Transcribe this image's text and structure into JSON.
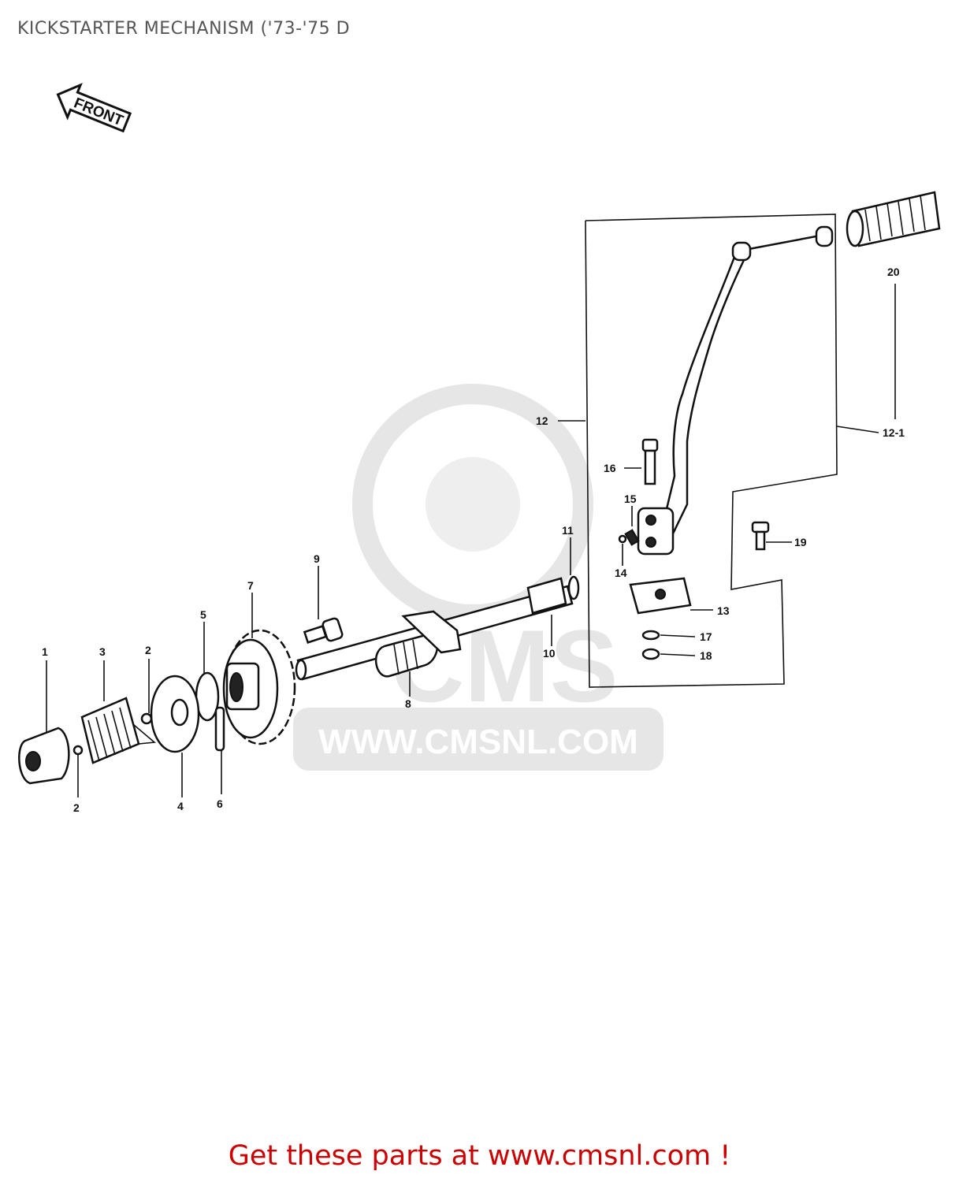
{
  "title": "KICKSTARTER MECHANISM ('73-'75 D",
  "front_arrow_text": "FRONT",
  "watermark": {
    "brand": "CMS",
    "url": "WWW.CMSNL.COM"
  },
  "callouts": [
    "1",
    "2",
    "3",
    "2",
    "4",
    "5",
    "6",
    "7",
    "8",
    "9",
    "10",
    "11",
    "12",
    "12-1",
    "13",
    "14",
    "15",
    "16",
    "17",
    "18",
    "19",
    "20"
  ],
  "cta_text": "Get these parts at www.cmsnl.com !",
  "colors": {
    "cta": "#cc0000",
    "title": "#555555",
    "lines": "#111111",
    "watermark": "#e6e6e6"
  }
}
